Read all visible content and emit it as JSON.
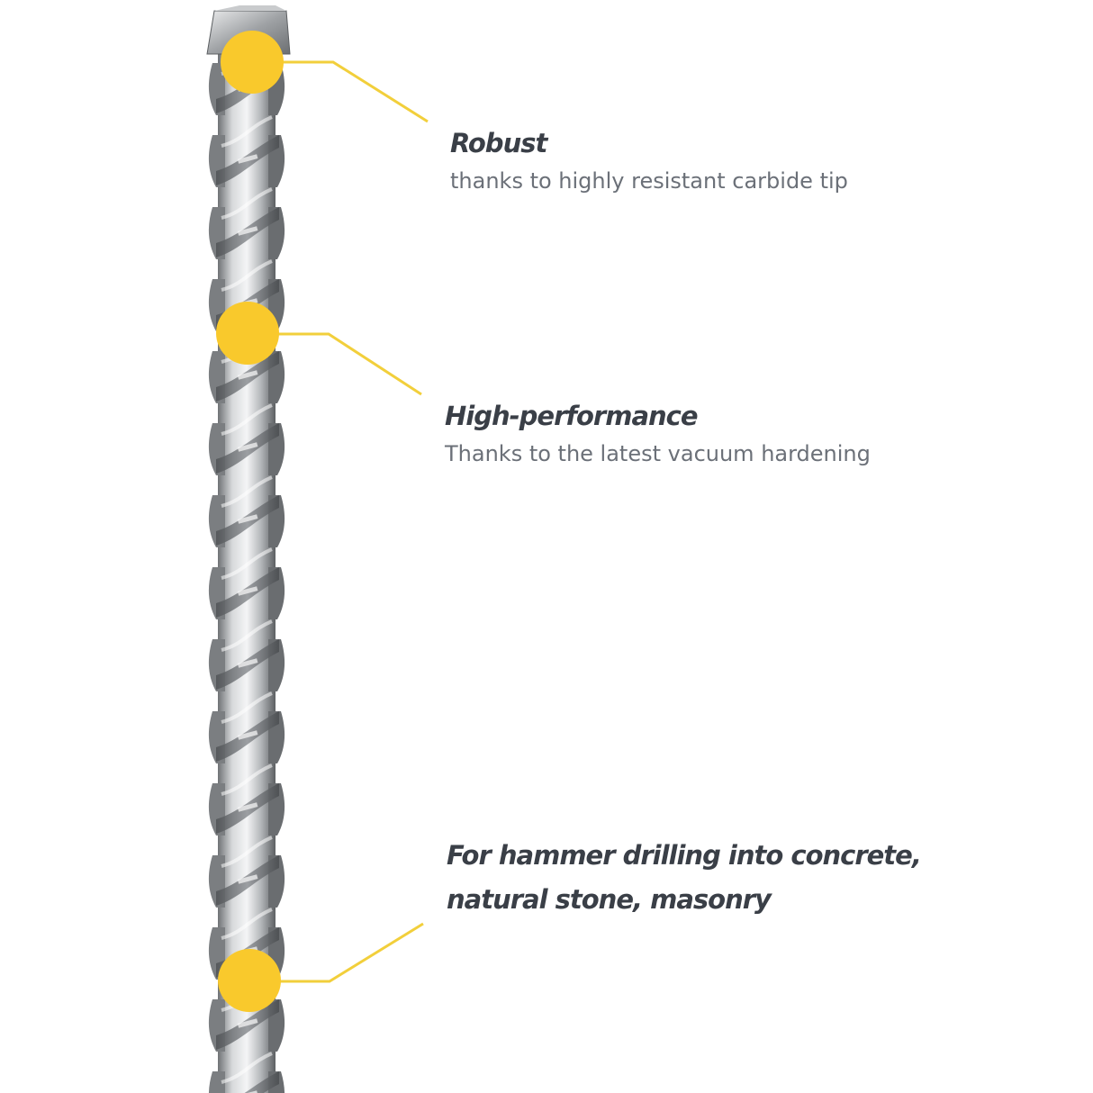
{
  "features": [
    {
      "title": "Robust",
      "description": "thanks to highly resistant carbide tip"
    },
    {
      "title": "High-performance",
      "description": "Thanks to the latest vacuum hardening"
    },
    {
      "title_line1": "For hammer drilling into concrete,",
      "title_line2": "natural stone, masonry"
    }
  ],
  "colors": {
    "marker": "#f9c92c",
    "leader_line": "#f2cf3b",
    "title_text": "#3a3f47",
    "desc_text": "#6b7078",
    "steel": "#a7aaad"
  },
  "icons": [
    "drill-bit-image",
    "callout-marker-dot"
  ]
}
